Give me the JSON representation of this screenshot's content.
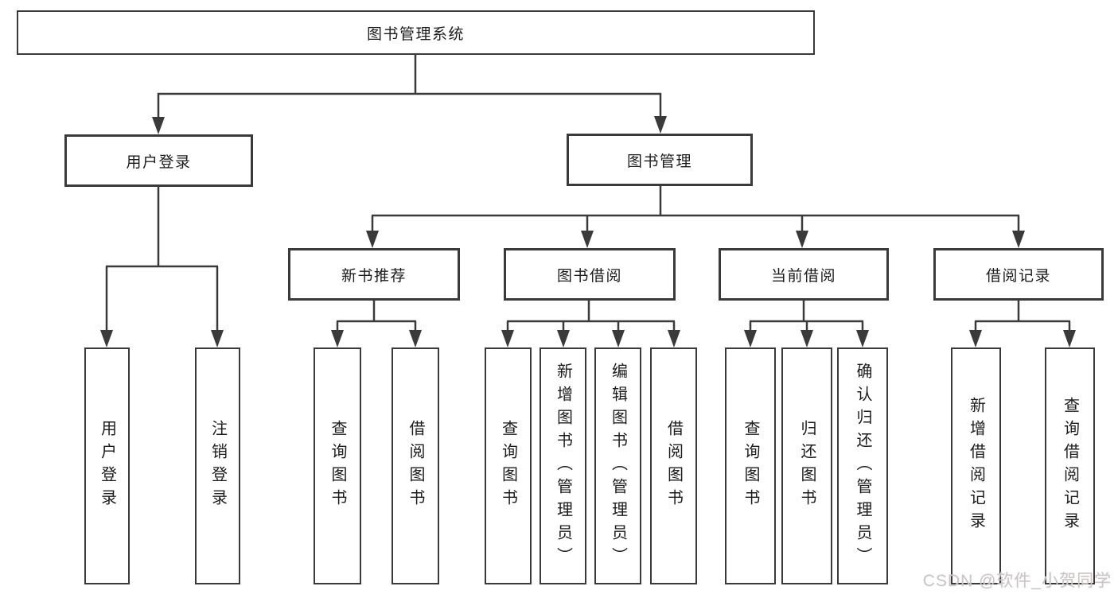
{
  "tree": {
    "root": {
      "label": "图书管理系统",
      "children": [
        {
          "label": "用户登录",
          "children": [
            {
              "label": "用户登录"
            },
            {
              "label": "注销登录"
            }
          ]
        },
        {
          "label": "图书管理",
          "children": [
            {
              "label": "新书推荐",
              "children": [
                {
                  "label": "查询图书"
                },
                {
                  "label": "借阅图书"
                }
              ]
            },
            {
              "label": "图书借阅",
              "children": [
                {
                  "label": "查询图书"
                },
                {
                  "label": "新增图书（管理员）"
                },
                {
                  "label": "编辑图书（管理员）"
                },
                {
                  "label": "借阅图书"
                }
              ]
            },
            {
              "label": "当前借阅",
              "children": [
                {
                  "label": "查询图书"
                },
                {
                  "label": "归还图书"
                },
                {
                  "label": "确认归还（管理员）"
                }
              ]
            },
            {
              "label": "借阅记录",
              "children": [
                {
                  "label": "新增借阅记录"
                },
                {
                  "label": "查询借阅记录"
                }
              ]
            }
          ]
        }
      ]
    }
  },
  "watermark": {
    "text": "CSDN @软件_小贺同学"
  },
  "colors": {
    "line": "#3a3a3a",
    "text": "#1c1c1c",
    "background": "#ffffff",
    "watermark": "#c8c8c8"
  }
}
